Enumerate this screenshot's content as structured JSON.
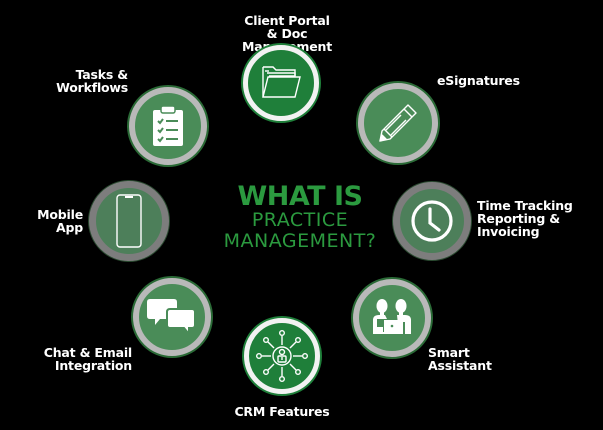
{
  "title": {
    "line1": "WHAT IS",
    "line2": "PRACTICE",
    "line3": "MANAGEMENT?"
  },
  "colors": {
    "accent_green": "#2b9a3f",
    "circle_green": "#1f7f3a",
    "circle_muted_green": "#4a8c58",
    "background": "#000000",
    "text": "#ffffff"
  },
  "features": [
    {
      "id": "client-portal",
      "lines": [
        "Client Portal",
        "& Doc Management"
      ],
      "icon": "folder-icon"
    },
    {
      "id": "esignatures",
      "lines": [
        "eSignatures"
      ],
      "icon": "pencil-icon"
    },
    {
      "id": "time-tracking",
      "lines": [
        "Time Tracking",
        "Reporting &",
        "Invoicing"
      ],
      "icon": "clock-icon"
    },
    {
      "id": "smart-assistant",
      "lines": [
        "Smart",
        "Assistant"
      ],
      "icon": "people-laptop-icon"
    },
    {
      "id": "crm-features",
      "lines": [
        "CRM Features"
      ],
      "icon": "network-person-icon"
    },
    {
      "id": "chat-email",
      "lines": [
        "Chat & Email",
        "Integration"
      ],
      "icon": "chat-bubbles-icon"
    },
    {
      "id": "mobile-app",
      "lines": [
        "Mobile",
        "App"
      ],
      "icon": "smartphone-icon"
    },
    {
      "id": "tasks-workflows",
      "lines": [
        "Tasks &",
        "Workflows"
      ],
      "icon": "clipboard-checklist-icon"
    }
  ]
}
